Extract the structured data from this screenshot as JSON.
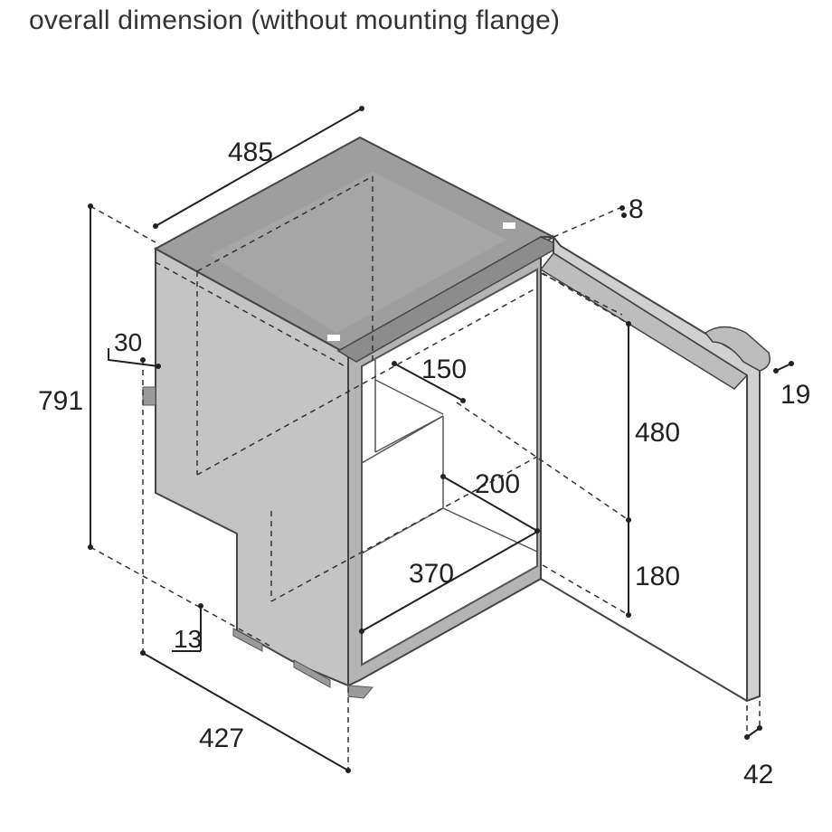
{
  "title": "overall dimension (without mounting flange)",
  "dimensions": {
    "width_top": "485",
    "flange_depth": "8",
    "height_total": "791",
    "offset_30": "30",
    "shelf_depth": "150",
    "door_thickness": "19",
    "upper_height": "480",
    "inner_depth": "200",
    "lower_height": "180",
    "inner_width": "370",
    "foot_height": "13",
    "depth_total": "427",
    "door_depth": "42"
  },
  "colors": {
    "body_side": "#c4c4c4",
    "body_top": "#9e9e9e",
    "frame": "#b4b4b4",
    "door": "#d0d0d0",
    "line": "#333333"
  }
}
